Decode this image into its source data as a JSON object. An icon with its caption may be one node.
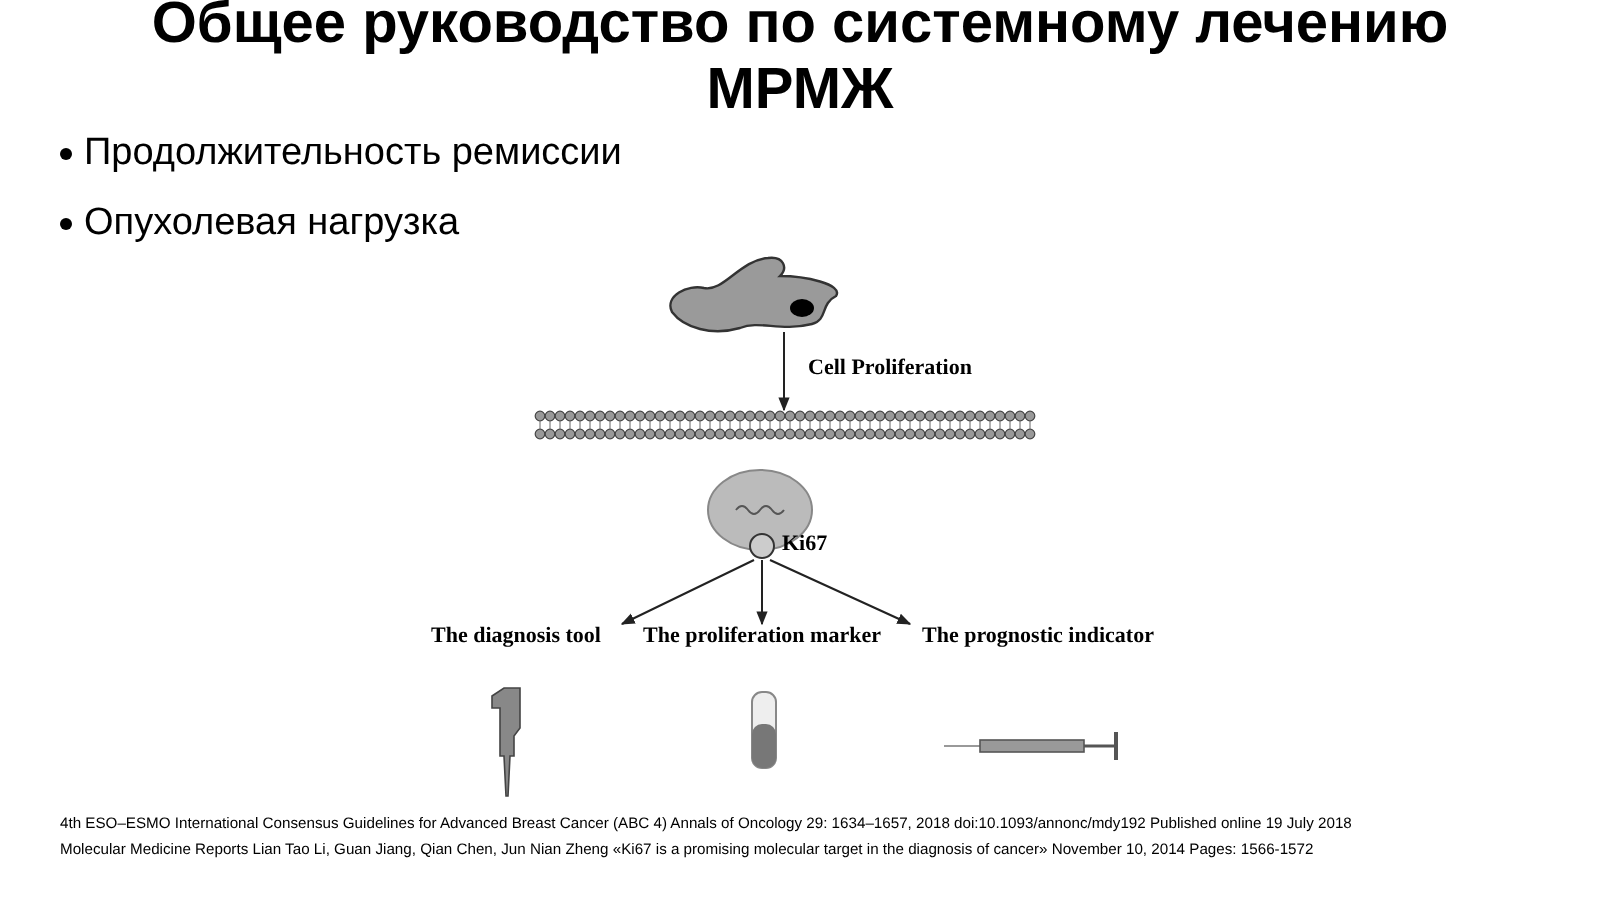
{
  "diagram": {
    "title": "Общее руководство по системному лечению МРМЖ",
    "nodes": [
      {
        "text": [],
        "shape": "picture"
      },
      {
        "text": [],
        "shape": "picture"
      },
      {
        "text": [],
        "shape": "picture"
      },
      {
        "text": [],
        "shape": "circle",
        "beside": [
          "Ki67"
        ]
      },
      {
        "text": [
          "The diagnosis tool"
        ]
      },
      {
        "text": [
          "The proliferation marker"
        ]
      },
      {
        "text": [
          "The prognostic indicator"
        ]
      }
    ],
    "edges": [
      {
        "from": 0,
        "to": 1,
        "arrow": "to",
        "label": "Cell Proliferation"
      },
      {
        "from": 3,
        "to": 4,
        "arrow": "to"
      },
      {
        "from": 3,
        "to": 5,
        "arrow": "to"
      },
      {
        "from": 3,
        "to": 6,
        "arrow": "to"
      }
    ],
    "labels": [
      "Продолжительность ремиссии",
      "Опухолевая нагрузка",
      "4th ESO–ESMO International Consensus Guidelines for Advanced Breast Cancer (ABC 4) Annals of Oncology 29: 1634–1657, 2018 doi:10.1093/annonc/mdy192 Published online 19 July 2018",
      "Molecular Medicine Reports Lian Tao Li, Guan Jiang, Qian Chen, Jun Nian Zheng «Ki67 is a promising molecular target in the diagnosis of cancer» November 10, 2014 Pages: 1566-1572"
    ]
  }
}
